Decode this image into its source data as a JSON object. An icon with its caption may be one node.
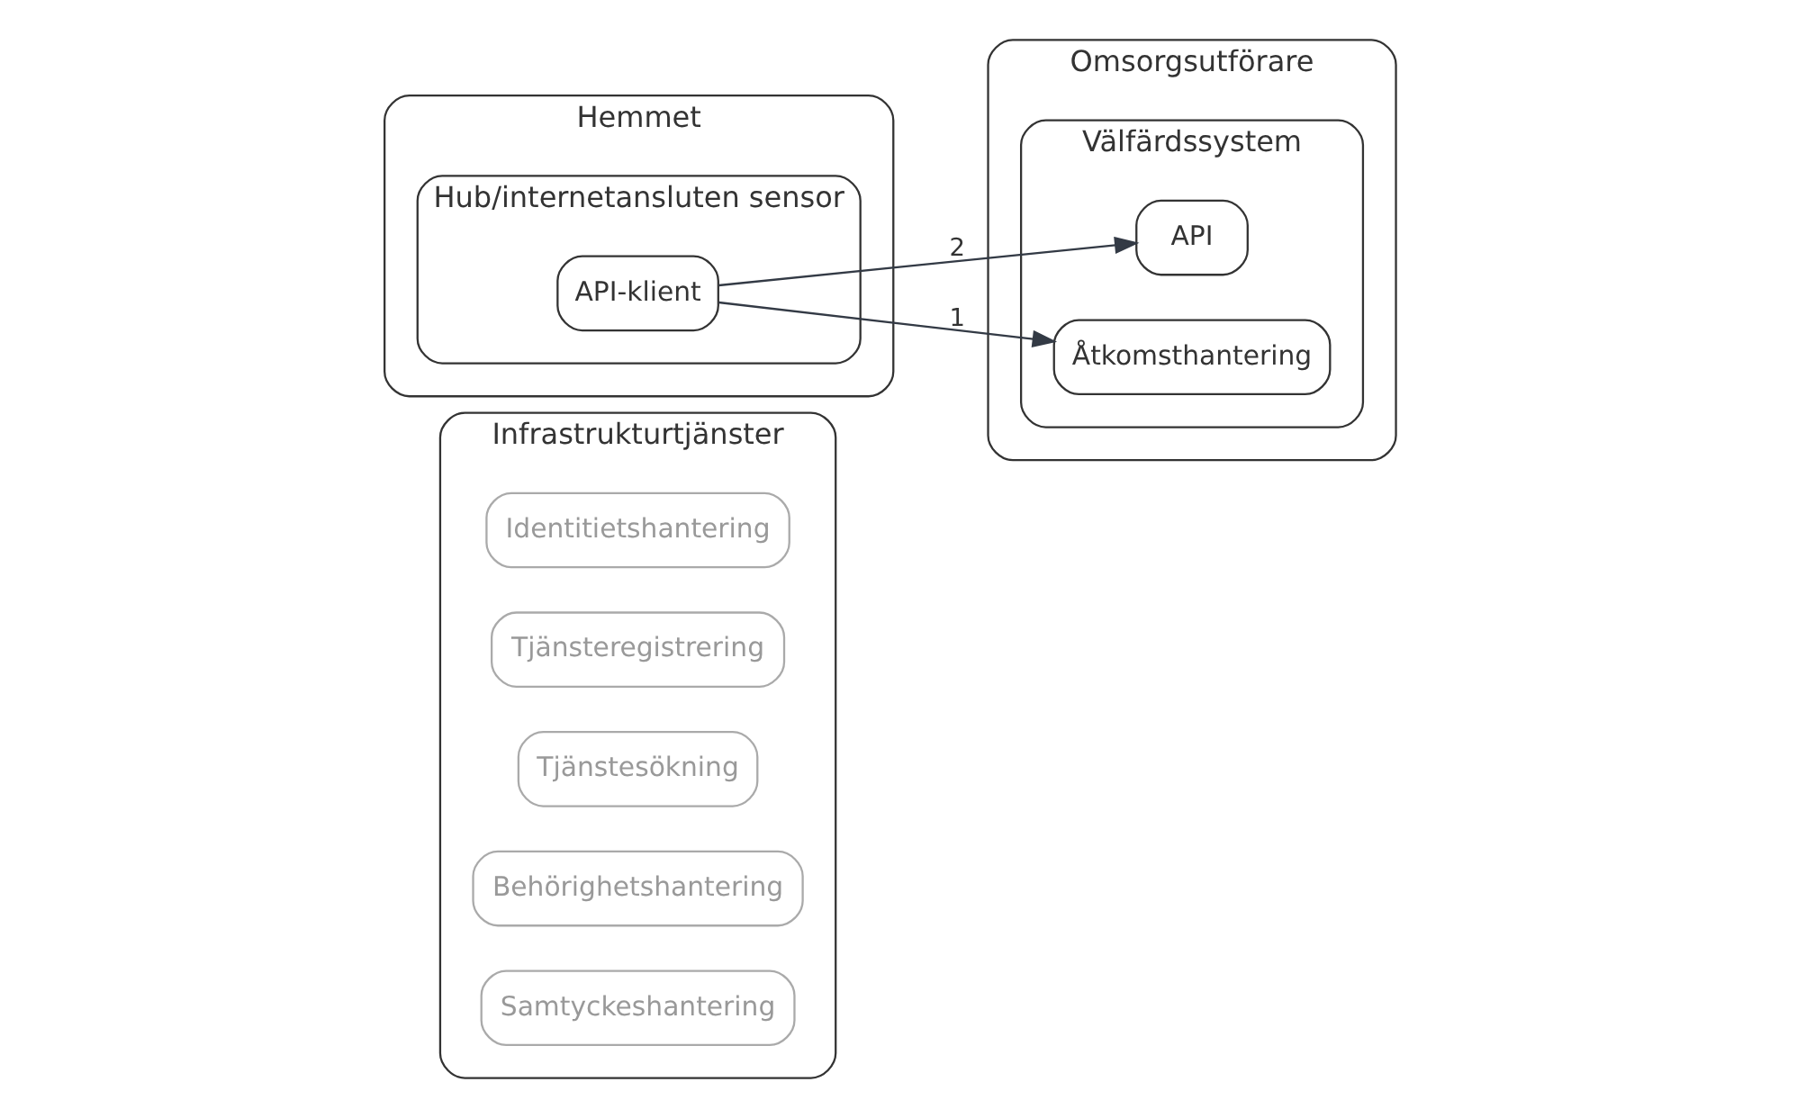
{
  "diagram": {
    "nodes": [
      {
        "text": [
          "Infrastrukturtjänster"
        ]
      },
      {
        "text": [
          "Identitietshantering"
        ],
        "in": 0
      },
      {
        "text": [
          "Tjänsteregistrering"
        ],
        "in": 0
      },
      {
        "text": [
          "Tjänstesökning"
        ],
        "in": 0
      },
      {
        "text": [
          "Behörighetshantering"
        ],
        "in": 0
      },
      {
        "text": [
          "Samtyckeshantering"
        ],
        "in": 0
      },
      {
        "text": [
          "Hemmet"
        ]
      },
      {
        "text": [
          "Hub/internetansluten sensor"
        ],
        "in": 6
      },
      {
        "text": [
          "API-klient"
        ],
        "in": 7
      },
      {
        "text": [
          "Omsorgsutförare"
        ]
      },
      {
        "text": [
          "Välfärdssystem"
        ],
        "in": 9
      },
      {
        "text": [
          "API"
        ],
        "in": 10
      },
      {
        "text": [
          "Åtkomsthantering"
        ],
        "in": 10
      }
    ],
    "edges": [
      {
        "from": 8,
        "to": 11,
        "arrow": "to",
        "label": "2"
      },
      {
        "from": 8,
        "to": 12,
        "arrow": "to",
        "label": "1"
      }
    ]
  }
}
